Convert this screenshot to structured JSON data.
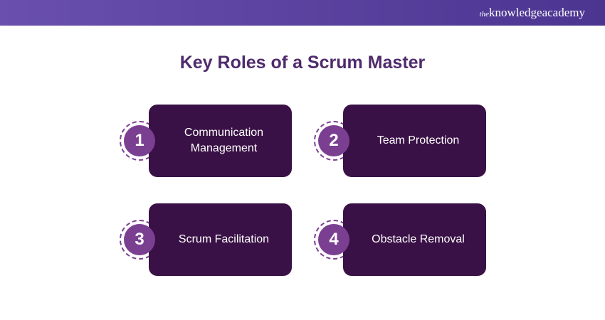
{
  "header": {
    "logo_prefix": "the",
    "logo": "knowledgeacademy"
  },
  "title": "Key Roles of a Scrum Master",
  "roles": [
    {
      "num": "1",
      "label": "Communication Management"
    },
    {
      "num": "2",
      "label": "Team Protection"
    },
    {
      "num": "3",
      "label": "Scrum Facilitation"
    },
    {
      "num": "4",
      "label": "Obstacle Removal"
    }
  ]
}
